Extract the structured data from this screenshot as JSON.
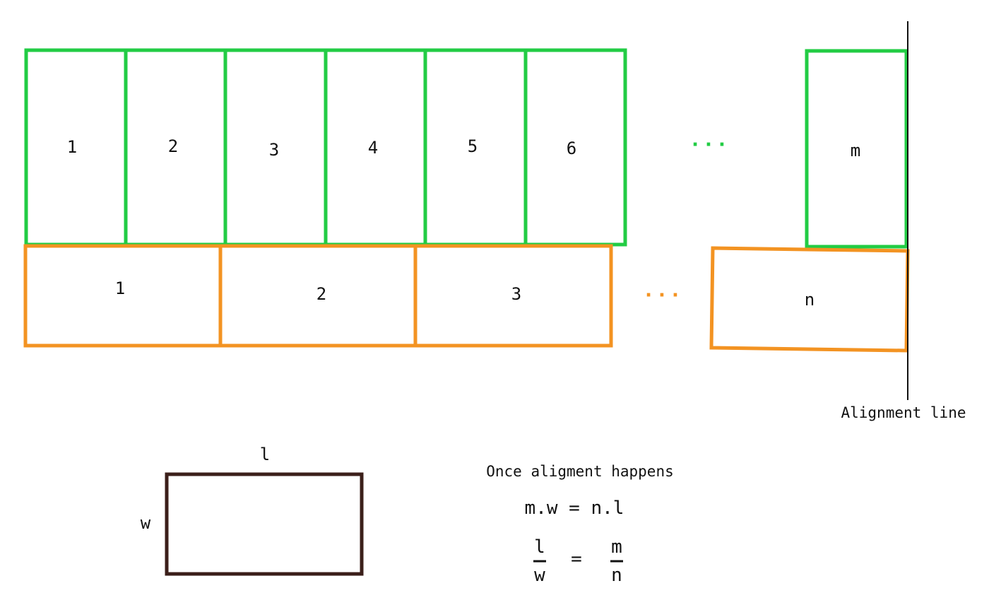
{
  "colors": {
    "green": "#22cc44",
    "orange": "#f39322",
    "brown": "#3b1f1a",
    "line": "#111111"
  },
  "green_row": {
    "labels": [
      "1",
      "2",
      "3",
      "4",
      "5",
      "6"
    ],
    "ellipsis": "· · ·",
    "last_label": "m"
  },
  "orange_row": {
    "labels": [
      "1",
      "2",
      "3"
    ],
    "ellipsis": "· · ·",
    "last_label": "n"
  },
  "alignment": {
    "label": "Alignment line"
  },
  "tile": {
    "length_label": "l",
    "width_label": "w"
  },
  "equations": {
    "caption": "Once aligment happens",
    "equation": "m.w = n.l",
    "frac_left_num": "l",
    "frac_left_den": "w",
    "equals": "=",
    "frac_right_num": "m",
    "frac_right_den": "n"
  }
}
